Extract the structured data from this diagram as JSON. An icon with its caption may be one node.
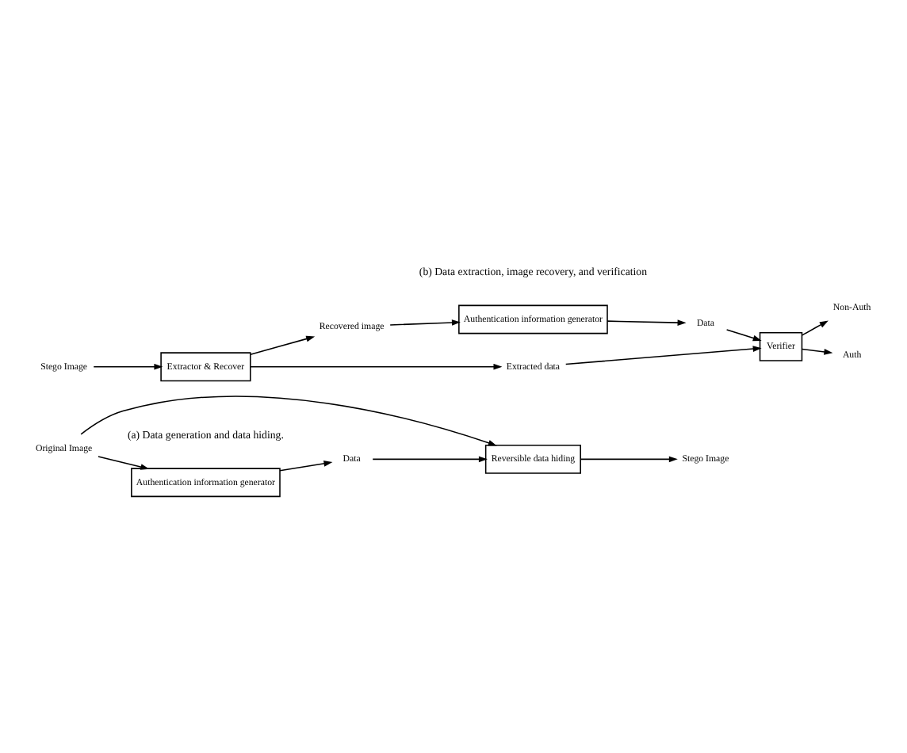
{
  "diagram": {
    "nodes": [
      {
        "text": [
          "Original Image"
        ]
      },
      {
        "text": [
          "Authentication information generator"
        ]
      },
      {
        "text": [
          "Data"
        ]
      },
      {
        "text": [
          "Reversible data hiding"
        ]
      },
      {
        "text": [
          "Stego Image"
        ]
      },
      {
        "text": [
          "Stego Image"
        ]
      },
      {
        "text": [
          "Extractor & Recover"
        ]
      },
      {
        "text": [
          "Extracted data"
        ]
      },
      {
        "text": [
          "Verifier"
        ]
      },
      {
        "text": [
          "Auth"
        ]
      },
      {
        "text": [
          "Recovered image"
        ]
      },
      {
        "text": [
          "Authentication information generator"
        ]
      },
      {
        "text": [
          "Data"
        ]
      },
      {
        "text": [
          "Non-Auth"
        ]
      }
    ],
    "edges": [
      {
        "from": 0,
        "to": 1,
        "arrow": "to"
      },
      {
        "from": 0,
        "to": 3,
        "arrow": "to"
      },
      {
        "from": 1,
        "to": 2,
        "arrow": "to"
      },
      {
        "from": 2,
        "to": 3,
        "arrow": "to"
      },
      {
        "from": 3,
        "to": 4,
        "arrow": "to"
      },
      {
        "from": 5,
        "to": 6,
        "arrow": "to"
      },
      {
        "from": 6,
        "to": 7,
        "arrow": "to"
      },
      {
        "from": 7,
        "to": 8,
        "arrow": "to"
      },
      {
        "from": 8,
        "to": 9,
        "arrow": "to"
      },
      {
        "from": 8,
        "to": 13,
        "arrow": "to"
      },
      {
        "from": 6,
        "to": 10,
        "arrow": "to"
      },
      {
        "from": 10,
        "to": 11,
        "arrow": "to"
      },
      {
        "from": 11,
        "to": 12,
        "arrow": "to"
      },
      {
        "from": 12,
        "to": 8,
        "arrow": "to"
      }
    ],
    "labels": [
      "(a) Data generation and data hiding.",
      "(b) Data extraction, image recovery, and verification"
    ]
  }
}
